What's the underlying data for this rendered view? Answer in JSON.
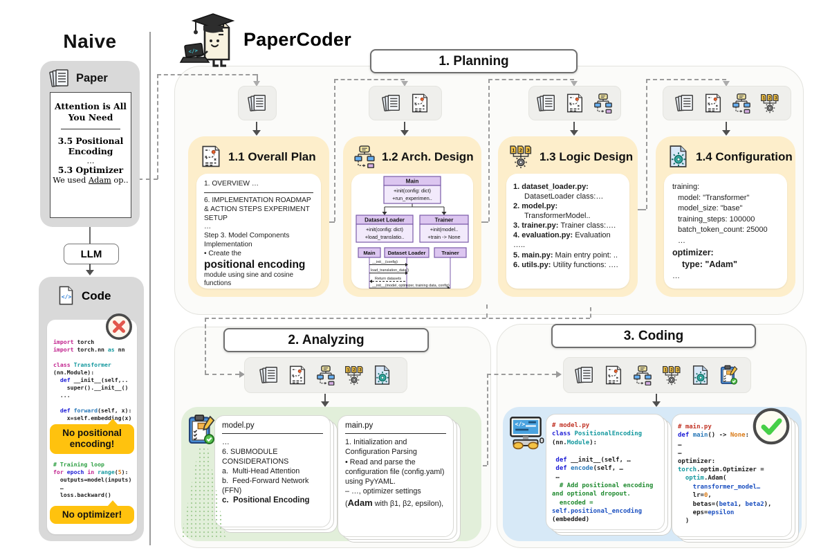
{
  "colors": {
    "planning_card_bg": "#fdeecb",
    "analyzing_card_bg": "#e2efda",
    "coding_card_bg": "#d7e9f7",
    "callout_bg": "#ffc20e",
    "error_red": "#e2574c",
    "success_green": "#46cf46",
    "uml_purple": "#7a5aa8",
    "gray_box_bg": "#d9d9d9"
  },
  "naive": {
    "title": "Naive",
    "paper_box": {
      "label": "Paper",
      "icon": "paper-stack-icon",
      "doc": {
        "title": "Attention is All You Need",
        "sec1": "3.5 Positional Encoding",
        "dots": "…",
        "sec2": "5.3 Optimizer",
        "excerpt_pre": "We used ",
        "excerpt_link": "Adam",
        "excerpt_post": " op.."
      }
    },
    "llm_label": "LLM",
    "code_box": {
      "label": "Code",
      "icon": "code-file-icon",
      "badge": "error-cross-icon",
      "snippet1": [
        [
          [
            "kw",
            "import"
          ],
          [
            "pl",
            " torch"
          ]
        ],
        [
          [
            "kw",
            "import"
          ],
          [
            "pl",
            " torch.nn "
          ],
          [
            "ty",
            "as"
          ],
          [
            "pl",
            " nn"
          ]
        ],
        [],
        [
          [
            "kw",
            "class"
          ],
          [
            "ty",
            " Transformer"
          ]
        ],
        [
          [
            "pl",
            "(nn.Module):"
          ]
        ],
        [
          [
            "df",
            "  def "
          ],
          [
            "pl",
            "__init__(self,.."
          ]
        ],
        [
          [
            "pl",
            "    super().__init__()"
          ]
        ],
        [
          [
            "pl",
            "  ..."
          ]
        ],
        [],
        [
          [
            "df",
            "  def "
          ],
          [
            "fn",
            "forward"
          ],
          [
            "pl",
            "(self, x):"
          ]
        ],
        [
          [
            "pl",
            "    x=self.embedding(x)"
          ]
        ]
      ],
      "callout1": "No positional encoding!",
      "snippet2": [
        [
          [
            "cm",
            "# Training loop"
          ]
        ],
        [
          [
            "kw",
            "for"
          ],
          [
            "df",
            " epoch "
          ],
          [
            "kw",
            "in"
          ],
          [
            "ty",
            " range"
          ],
          [
            "pl",
            "("
          ],
          [
            "nu",
            "5"
          ],
          [
            "pl",
            "):"
          ]
        ],
        [
          [
            "pl",
            "  outputs=model(inputs)"
          ]
        ],
        [
          [
            "pl",
            "  …"
          ]
        ],
        [
          [
            "pl",
            "  loss.backward()"
          ]
        ]
      ],
      "callout2": "No optimizer!"
    }
  },
  "brand": "PaperCoder",
  "planning": {
    "header": "1. Planning",
    "col1": {
      "input_icons": [
        "paper-stack"
      ],
      "title": "1.1 Overall Plan",
      "line1": "1. OVERVIEW …",
      "line2": "6. IMPLEMENTATION ROADMAP & ACTION STEPS EXPERIMENT SETUP",
      "dots": "…",
      "line3": "Step 3. Model Components Implementation",
      "line4": "• Create the",
      "highlight": "positional encoding",
      "line5": "module using sine and cosine functions"
    },
    "col2": {
      "input_icons": [
        "paper-stack",
        "overall-plan"
      ],
      "title": "1.2 Arch. Design",
      "uml": {
        "main_name": "Main",
        "main_m1": "+init(config: dict)",
        "main_m2": "+run_experimen..",
        "loader_name": "Dataset Loader",
        "loader_m1": "+init(config: dict)",
        "loader_m2": "+load_translatio..",
        "trainer_name": "Trainer",
        "trainer_m1": "+init(model..",
        "trainer_m2": "+train -> None",
        "seq_a1": "Main",
        "seq_a2": "Dataset Loader",
        "seq_a3": "Trainer",
        "seq_m1": "__init__(config)",
        "seq_m2": "load_translation_data()",
        "seq_m3": "Return datasets",
        "seq_m4": "__init__(model, optimizer, training data, config)"
      }
    },
    "col3": {
      "input_icons": [
        "paper-stack",
        "overall-plan",
        "arch-design"
      ],
      "title": "1.3 Logic Design",
      "items": [
        {
          "n": "1.",
          "file": "dataset_loader.py:",
          "desc": "DatasetLoader class:…"
        },
        {
          "n": "2.",
          "file": "model.py:",
          "desc": "TransformerModel.."
        },
        {
          "n": "3.",
          "file": "trainer.py:",
          "desc": "Trainer class:…."
        },
        {
          "n": "4.",
          "file": "evaluation.py:",
          "desc": "Evaluation ….."
        },
        {
          "n": "5.",
          "file": "main.py:",
          "desc": "Main entry point: .."
        },
        {
          "n": "6.",
          "file": "utils.py:",
          "desc": "Utility functions: …."
        }
      ]
    },
    "col4": {
      "input_icons": [
        "paper-stack",
        "overall-plan",
        "arch-design",
        "logic-design"
      ],
      "title": "1.4 Configuration",
      "l1": "training:",
      "l2": "model: \"Transformer\"",
      "l3": "model_size: \"base\"",
      "l4": "training_steps: 100000",
      "l5": "batch_token_count: 25000",
      "l6": "…",
      "b1": "optimizer:",
      "b2": "type: \"Adam\"",
      "l7": "…"
    }
  },
  "analyzing": {
    "header": "2. Analyzing",
    "input_icons": [
      "paper-stack",
      "overall-plan",
      "arch-design",
      "logic-design",
      "config-file"
    ],
    "model_card": {
      "title": "model.py",
      "dots": "…",
      "heading": "6. SUBMODULE CONSIDERATIONS",
      "item_a_n": "a.",
      "item_a": "Multi-Head Attention",
      "item_b_n": "b.",
      "item_b": "Feed-Forward Network (FFN)",
      "item_c_n": "c.",
      "item_c": "Positional Encoding"
    },
    "main_card": {
      "title": "main.py",
      "p1": "1. Initialization and Configuration Parsing",
      "p2": "• Read and parse the configuration file (config.yaml) using PyYAML.",
      "p3": "– …, optimizer settings",
      "adam_pre": "(",
      "adam": "Adam",
      "adam_post": " with β1, β2, epsilon),"
    }
  },
  "coding": {
    "header": "3. Coding",
    "input_icons": [
      "paper-stack",
      "overall-plan",
      "arch-design",
      "logic-design",
      "config-file",
      "analysis-clipboard"
    ],
    "model_code": [
      [
        [
          "rd",
          "# model.py"
        ]
      ],
      [
        [
          "df",
          "class "
        ],
        [
          "ty",
          "PositionalEncoding"
        ]
      ],
      [
        [
          "pl",
          "(nn."
        ],
        [
          "ty",
          "Module"
        ],
        [
          "pl",
          "):"
        ]
      ],
      [],
      [
        [
          "df",
          " def "
        ],
        [
          "pl",
          "__init__(self, …"
        ]
      ],
      [
        [
          "df",
          " def "
        ],
        [
          "fn",
          "encode"
        ],
        [
          "pl",
          "(self, …"
        ]
      ],
      [
        [
          "pl",
          " …"
        ]
      ],
      [
        [
          "gr",
          "  # Add positional encoding"
        ]
      ],
      [
        [
          "gr",
          "and optional dropout."
        ]
      ],
      [
        [
          "gr",
          "  encoded ="
        ]
      ],
      [
        [
          "bl",
          "self.positional_encoding"
        ]
      ],
      [
        [
          "pl",
          "(embedded)"
        ]
      ]
    ],
    "main_code": [
      [
        [
          "rd",
          "# main.py"
        ]
      ],
      [
        [
          "df",
          "def "
        ],
        [
          "fn",
          "main"
        ],
        [
          "pl",
          "() -> "
        ],
        [
          "nu",
          "None"
        ],
        [
          "pl",
          ":"
        ]
      ],
      [
        [
          "pl",
          "…"
        ]
      ],
      [
        [
          "pl",
          "…"
        ]
      ],
      [
        [
          "pl",
          "optimizer:"
        ]
      ],
      [
        [
          "ty",
          "torch"
        ],
        [
          "pl",
          ".optim.Optimizer ="
        ]
      ],
      [
        [
          "ty",
          "  optim"
        ],
        [
          "pl",
          ".Adam("
        ]
      ],
      [
        [
          "bl",
          "    transformer_model…"
        ]
      ],
      [
        [
          "pl",
          "    lr="
        ],
        [
          "nu",
          "0"
        ],
        [
          "pl",
          ","
        ]
      ],
      [
        [
          "pl",
          "    betas=("
        ],
        [
          "bl",
          "beta1"
        ],
        [
          "pl",
          ", "
        ],
        [
          "bl",
          "beta2"
        ],
        [
          "pl",
          "),"
        ]
      ],
      [
        [
          "pl",
          "    eps="
        ],
        [
          "bl",
          "epsilon"
        ]
      ],
      [
        [
          "pl",
          "  )"
        ]
      ]
    ]
  }
}
